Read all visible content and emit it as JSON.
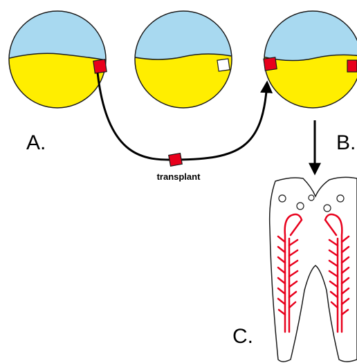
{
  "labels": {
    "a": "A.",
    "b": "B.",
    "c": "C.",
    "transplant": "transplant"
  },
  "colors": {
    "animal_hemisphere": "#a8d9f0",
    "vegetal_hemisphere": "#ffee00",
    "graft": "#e8001c",
    "wound": "#ffffff",
    "outline": "#1a1a1a",
    "arrow": "#000000",
    "tooth_nerves": "#e8001c"
  },
  "embryos": [
    {
      "name": "donor-embryo",
      "mark": "red-graft-right"
    },
    {
      "name": "host-embryo-wounded",
      "mark": "white-wound-right"
    },
    {
      "name": "host-embryo-grafted",
      "mark": "red-graft-left-and-right"
    }
  ],
  "structures": [
    {
      "name": "transplant-arrow",
      "from": "donor-embryo",
      "to": "host-embryo-grafted",
      "shape": "curved"
    },
    {
      "name": "down-arrow",
      "from": "host-embryo-grafted",
      "to": "tooth-diagram",
      "shape": "straight"
    },
    {
      "name": "tooth-diagram",
      "parts": [
        "crown",
        "two-roots",
        "two-red-branching-nerves",
        "five-circles"
      ]
    }
  ]
}
